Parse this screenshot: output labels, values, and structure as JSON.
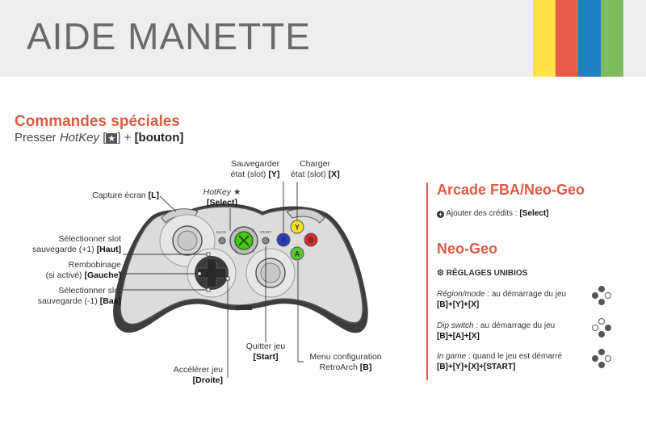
{
  "header": {
    "title": "AIDE MANETTE",
    "stripe_colors": [
      "#ffe14a",
      "#e85b4a",
      "#1f7fc2",
      "#7dbb5d"
    ]
  },
  "left": {
    "section_title": "Commandes spéciales",
    "subtitle": {
      "presser": "Presser",
      "hotkey": "HotKey",
      "bracket_open": "[",
      "star": "★",
      "bracket_close_plus": "] +",
      "bouton": "[bouton]"
    },
    "labels": {
      "sauvegarder_1": "Sauvegarder",
      "sauvegarder_2": "état (slot)",
      "sauvegarder_key": "[Y]",
      "charger_1": "Charger",
      "charger_2": "état (slot)",
      "charger_key": "[X]",
      "capture": "Capture écran",
      "capture_key": "[L]",
      "hotkey": "HotKey",
      "hotkey_star": "★",
      "hotkey_key": "[Select]",
      "selslot_up_1": "Sélectionner slot",
      "selslot_up_2": "sauvegarde (+1)",
      "selslot_up_key": "[Haut]",
      "rewind_1": "Rembobinage",
      "rewind_2": "(si activé)",
      "rewind_key": "[Gauche]",
      "selslot_down_1": "Sélectionner slot",
      "selslot_down_2": "sauvegarde (-1)",
      "selslot_down_key": "[Bas]",
      "quit_1": "Quitter jeu",
      "quit_key": "[Start]",
      "menu_1": "Menu configuration",
      "menu_2": "RetroArch",
      "menu_key": "[B]",
      "fast_1": "Accélérer jeu",
      "fast_key": "[Droite]"
    },
    "controller": {
      "back_label": "BACK",
      "start_label": "START",
      "button_y": "Y",
      "button_b": "B",
      "button_a": "A",
      "button_x": "X",
      "colors": {
        "y": "#f2e21c",
        "b": "#e2262b",
        "a": "#57c733",
        "x": "#2d3db5",
        "guide": "#49c61b"
      }
    }
  },
  "right": {
    "arcade_title": "Arcade FBA/Neo-Geo",
    "credits_icon": "plus-circle-icon",
    "credits_text": "Ajouter des crédits :",
    "credits_key": "[Select]",
    "neogeo_title": "Neo-Geo",
    "unibios_icon": "gears-icon",
    "unibios_title": "RÉGLAGES UNIBIOS",
    "rows": [
      {
        "mode": "Région/mode",
        "desc": ": au démarrage du jeu",
        "keys": "[B]+[Y]+[X]",
        "empty": "right"
      },
      {
        "mode": "Dip switch",
        "desc": ": au démarrage du jeu",
        "keys": "[B]+[A]+[X]",
        "empty": "left"
      },
      {
        "mode": "In game",
        "desc": ": quand le jeu est démarré",
        "keys": "[B]+[Y]+[X]+[START]",
        "empty": "right"
      }
    ]
  }
}
